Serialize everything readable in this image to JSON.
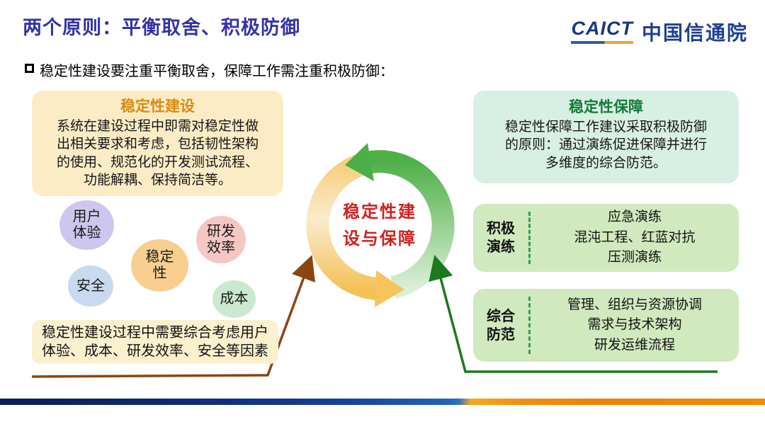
{
  "header": {
    "title": "两个原则：平衡取舍、积极防御",
    "statement": "稳定性建设要注重平衡取舍，保障工作需注重积极防御：",
    "logo_en": "CAICT",
    "logo_cn": "中国信通院"
  },
  "left_panel": {
    "construction": {
      "title": "稳定性建设",
      "body": "系统在建设过程中即需对稳定性做\n出相关要求和考虑，包括韧性架构\n的使用、规范化的开发测试流程、\n功能解耦、保持简洁等。"
    },
    "bubbles": [
      {
        "label": "用户\n体验",
        "color": "#CDC7ED"
      },
      {
        "label": "安全",
        "color": "#C8D9F0"
      },
      {
        "label": "稳定\n性",
        "color": "#F8CF90"
      },
      {
        "label": "研发\n效率",
        "color": "#F4C7C3"
      },
      {
        "label": "成本",
        "color": "#CBE9D0"
      }
    ],
    "note": "稳定性建设过程中需要综合考虑用户\n体验、成本、研发效率、安全等因素"
  },
  "center": {
    "cycle_label": "稳定性建\n设与保障"
  },
  "right_panel": {
    "assurance": {
      "title": "稳定性保障",
      "body": "稳定性保障工作建议采取积极防御\n的原则：通过演练促进保障并进行\n多维度的综合防范。"
    },
    "drill": {
      "label": "积极\n演练",
      "items": "应急演练\n混沌工程、红蓝对抗\n压测演练"
    },
    "defense": {
      "label": "综合\n防范",
      "items": "管理、组织与资源协调\n需求与技术架构\n研发运维流程"
    }
  },
  "colors": {
    "title_blue": "#3333A6",
    "logo_navy": "#1D3F94",
    "center_red": "#CE2222",
    "construction_orange": "#D98C10",
    "assurance_green": "#157A3A",
    "construction_arrow_brown": "#8B4513",
    "assurance_arrow_green": "#1B7A1B",
    "cycle_yellow": "#F5C45B",
    "cycle_green": "#4CAE46",
    "footer_blue": "#16429A",
    "footer_orange": "#EE8102"
  }
}
